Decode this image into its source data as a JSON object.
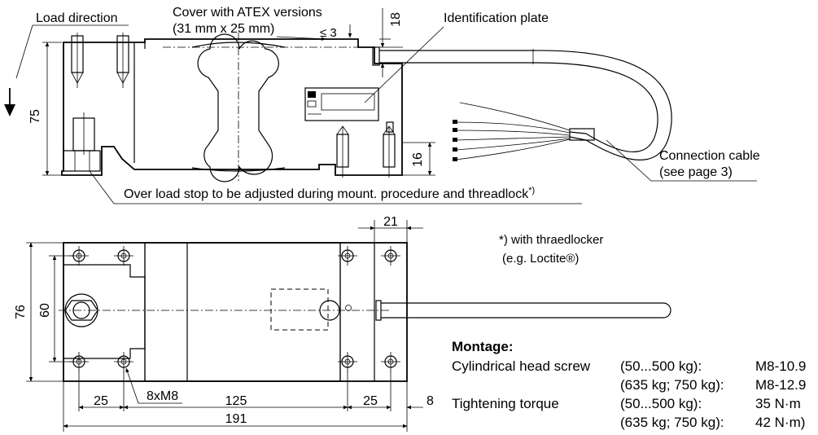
{
  "side_view": {
    "load_direction": "Load direction",
    "cover_line1": "Cover with ATEX versions",
    "cover_line2": "(31 mm x 25 mm)",
    "cover_gap": "≤ 3",
    "dim_18": "18",
    "identification_plate": "Identification plate",
    "dim_75": "75",
    "dim_16": "16",
    "connection_cable_line1": "Connection cable",
    "connection_cable_line2": "(see page 3)",
    "overload_stop": "Over load stop to be adjusted during mount. procedure and threadlock",
    "overload_stop_mark": "*)"
  },
  "top_view": {
    "dim_21": "21",
    "dim_76": "76",
    "dim_60": "60",
    "screw_label": "8xM8",
    "dim_25_left": "25",
    "dim_125": "125",
    "dim_25_right": "25",
    "dim_8": "8",
    "dim_191": "191"
  },
  "footnote": {
    "line1": "*) with thraedlocker",
    "line2": "(e.g. Loctite®)"
  },
  "montage": {
    "title": "Montage:",
    "rows": [
      {
        "label": "Cylindrical head screw",
        "range": "(50...500 kg):",
        "value": "M8-10.9"
      },
      {
        "label": "",
        "range": "(635 kg; 750 kg):",
        "value": "M8-12.9"
      },
      {
        "label": "Tightening torque",
        "range": "(50...500 kg):",
        "value": "35 N·m"
      },
      {
        "label": "",
        "range": "(635 kg; 750 kg):",
        "value": "42 N·m)"
      }
    ]
  }
}
